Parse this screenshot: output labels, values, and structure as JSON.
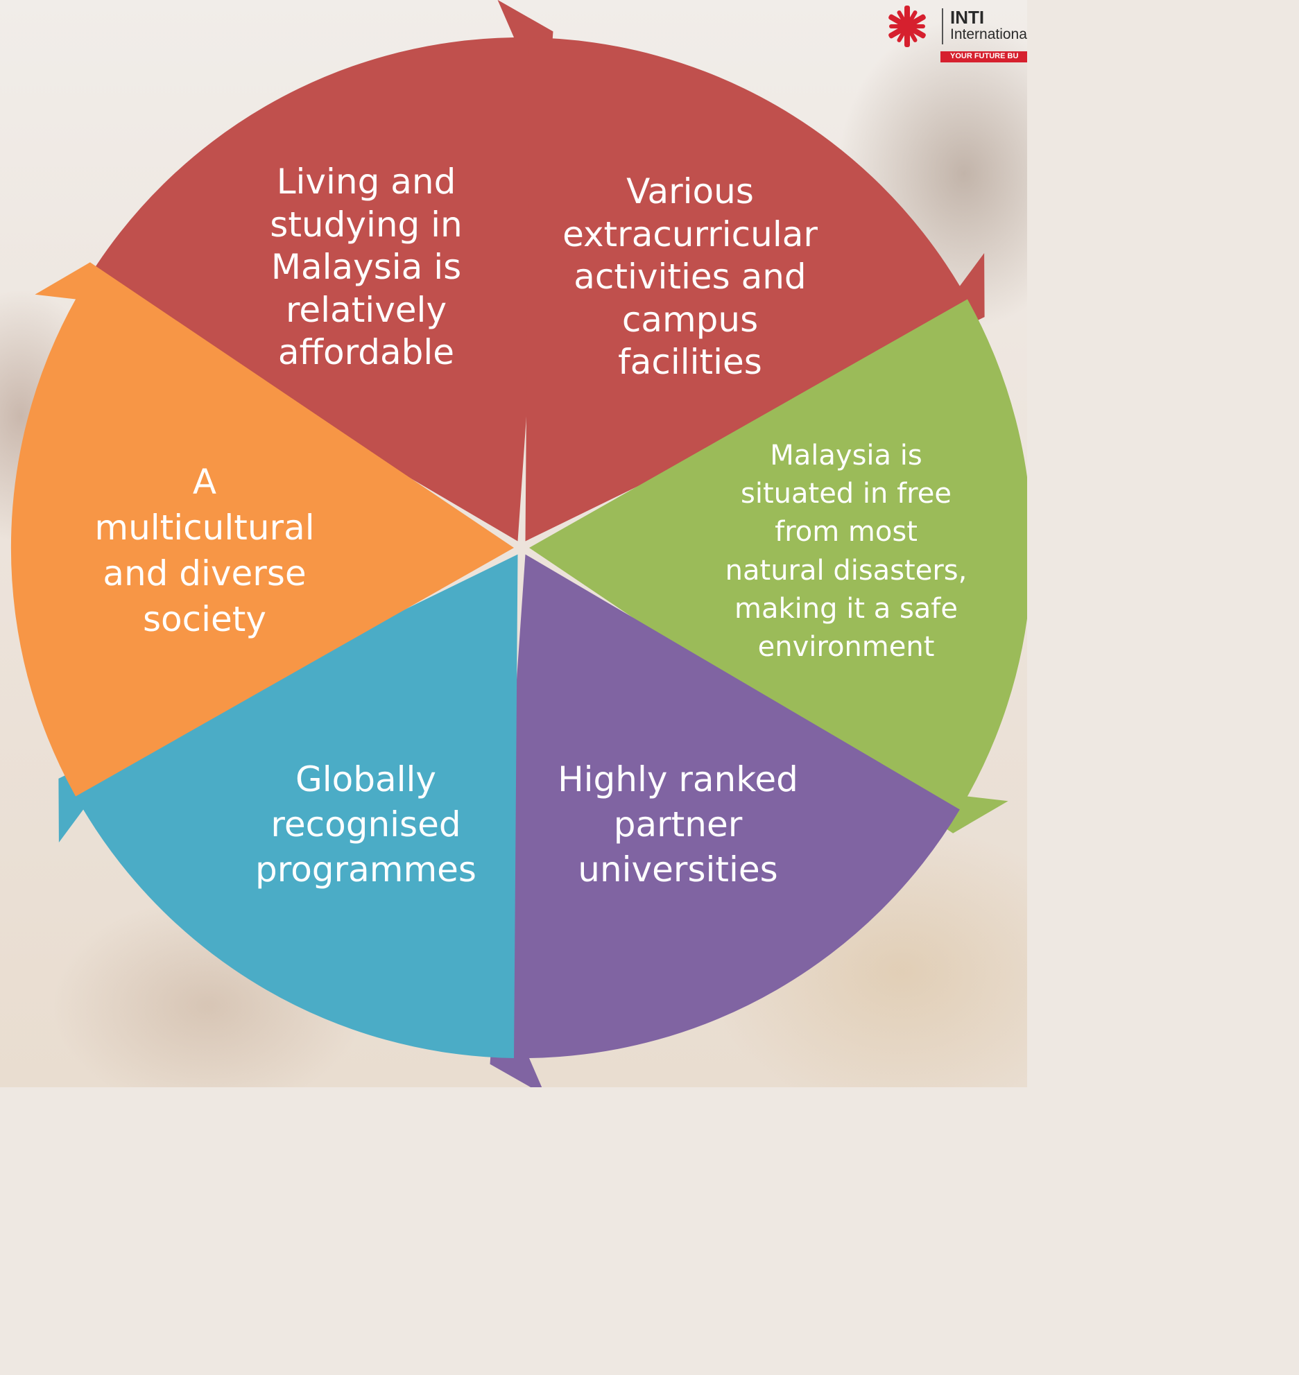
{
  "logo": {
    "name": "INTI",
    "subtitle": "Internationa",
    "tagline": "YOUR FUTURE BU"
  },
  "segments": [
    {
      "id": "affordable",
      "lines": [
        "Living and",
        "studying in",
        "Malaysia is",
        "relatively",
        "affordable"
      ],
      "color": "#c0504d"
    },
    {
      "id": "extracurricular",
      "lines": [
        "Various",
        "extracurricular",
        "activities and",
        "campus",
        "facilities"
      ],
      "color": "#c0504d"
    },
    {
      "id": "safe",
      "lines": [
        "Malaysia is",
        "situated in free",
        "from most",
        "natural disasters,",
        "making it a safe",
        "environment"
      ],
      "color": "#9bbb59"
    },
    {
      "id": "universities",
      "lines": [
        "Highly ranked",
        "partner",
        "universities"
      ],
      "color": "#8064a2"
    },
    {
      "id": "programmes",
      "lines": [
        "Globally",
        "recognised",
        "programmes"
      ],
      "color": "#4bacc6"
    },
    {
      "id": "multicultural",
      "lines": [
        "A",
        "multicultural",
        "and diverse",
        "society"
      ],
      "color": "#f79646"
    }
  ]
}
